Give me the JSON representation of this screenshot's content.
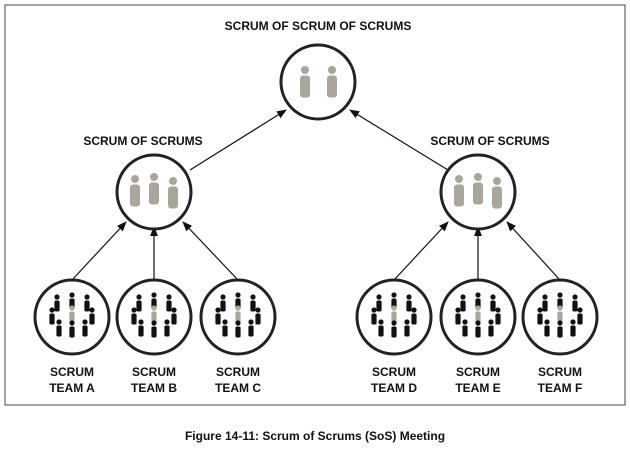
{
  "diagram": {
    "top_title": "SCRUM OF SCRUM OF SCRUMS",
    "left_group_title": "SCRUM OF SCRUMS",
    "right_group_title": "SCRUM OF SCRUMS",
    "teams": [
      {
        "line1": "SCRUM",
        "line2": "TEAM A"
      },
      {
        "line1": "SCRUM",
        "line2": "TEAM B"
      },
      {
        "line1": "SCRUM",
        "line2": "TEAM C"
      },
      {
        "line1": "SCRUM",
        "line2": "TEAM D"
      },
      {
        "line1": "SCRUM",
        "line2": "TEAM E"
      },
      {
        "line1": "SCRUM",
        "line2": "TEAM F"
      }
    ],
    "colors": {
      "border": "#333333",
      "member": "#111111",
      "representative": "#aaa69c"
    }
  },
  "caption": "Figure 14-11: Scrum of Scrums (SoS) Meeting"
}
